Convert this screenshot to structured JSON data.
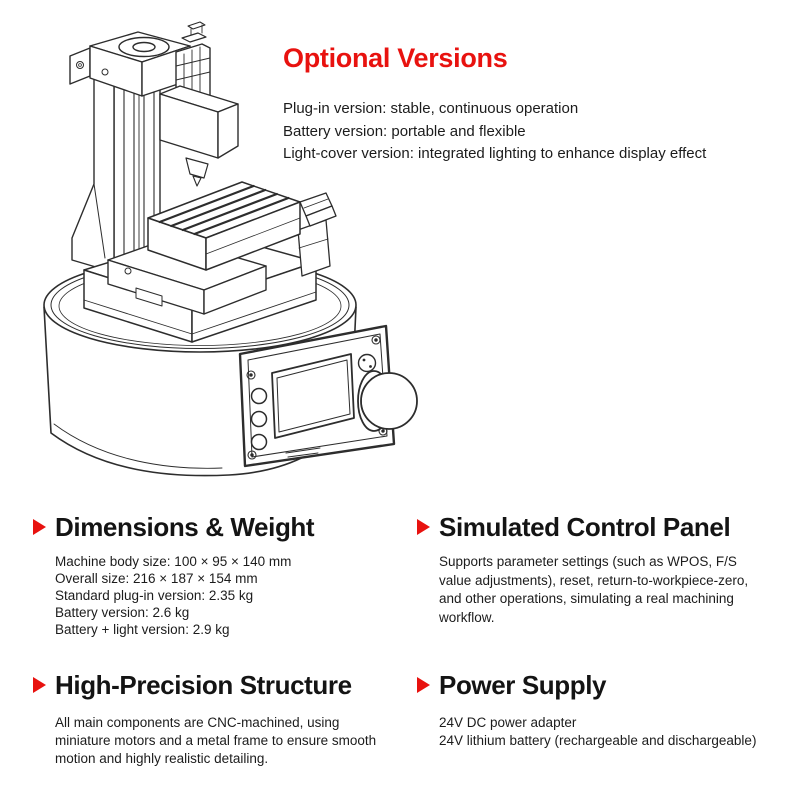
{
  "colors": {
    "accent": "#e8120f",
    "text": "#1c1c1c",
    "line_art": "#2d2d2d"
  },
  "illustration": {
    "name": "mini-cnc-machine-line-art"
  },
  "optional_versions": {
    "title": "Optional Versions",
    "lines": [
      "Plug-in version: stable, continuous operation",
      "Battery version: portable and flexible",
      "Light-cover version: integrated lighting to enhance display effect"
    ]
  },
  "sections": [
    {
      "title": "Dimensions & Weight",
      "lines": [
        "Machine body size: 100 × 95 × 140 mm",
        "Overall size: 216 × 187 × 154 mm",
        "Standard plug-in version: 2.35 kg",
        "Battery version: 2.6 kg",
        "Battery + light version: 2.9 kg"
      ]
    },
    {
      "title": "Simulated Control Panel",
      "lines": [
        "Supports parameter settings (such as WPOS, F/S",
        "value adjustments), reset, return-to-workpiece-zero,",
        "and other operations, simulating a real machining",
        "workflow."
      ]
    },
    {
      "title": "High-Precision Structure",
      "lines": [
        "All main components are CNC-machined, using",
        "miniature motors and a metal frame to ensure smooth",
        "motion and highly realistic detailing."
      ]
    },
    {
      "title": "Power Supply",
      "lines": [
        "24V DC power adapter",
        "24V lithium battery (rechargeable and dischargeable)"
      ]
    }
  ]
}
